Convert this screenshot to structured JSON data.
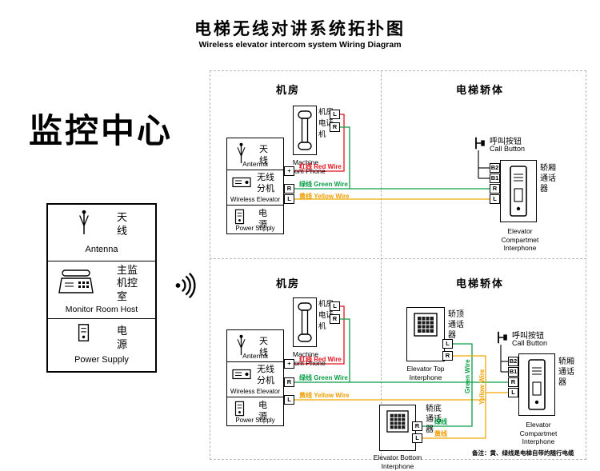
{
  "page": {
    "title_zh": "电梯无线对讲系统拓扑图",
    "title_en": "Wireless elevator intercom system Wiring Diagram",
    "note": "备注：黄、绿线是电梯自带的随行电缆"
  },
  "monitor": {
    "heading": "监控中心",
    "antenna_zh": "天线",
    "antenna_en": "Antenna",
    "host_zh": "主监机控室",
    "host_en": "Monitor Room Host",
    "power_zh": "电源",
    "power_en": "Power Supply"
  },
  "zones": {
    "machine_room": "机房",
    "elevator_car": "电梯轿体"
  },
  "devices": {
    "machine_phone_zh": "机房电话机",
    "machine_phone_en": "Machine Room Phone",
    "antenna_zh": "天线",
    "antenna_en": "Antenna",
    "wireless_zh": "无线分机",
    "wireless_en": "Wireless Elevator",
    "power_zh": "电源",
    "power_en": "Power Supply",
    "call_zh": "呼叫按钮",
    "call_en": "Call Button",
    "compartment_zh": "轿厢通话器",
    "compartment_en": "Elevator Compartmet Interphone",
    "top_zh": "轿顶通话器",
    "top_en": "Elevator Top Interphone",
    "bottom_zh": "轿底通话器",
    "bottom_en": "Elevator Bottom Interphone"
  },
  "terminals": {
    "plus": "+",
    "r": "R",
    "l": "L",
    "b2": "B2",
    "b1": "B1"
  },
  "wires": {
    "red_label": "红线  Red Wire",
    "green_label": "绿线  Green Wire",
    "yellow_label": "黄线  Yellow Wire",
    "green_v": "Green Wire",
    "yellow_v": "Yellow Wire",
    "green_zh": "绿线",
    "yellow_zh": "黄线",
    "colors": {
      "red": "#e8121c",
      "green": "#0a9e48",
      "yellow": "#f0a800",
      "black": "#111111"
    }
  },
  "icons": {
    "antenna": "antenna-icon",
    "desk_phone": "desk-phone-icon",
    "handset": "handset-phone-icon",
    "power": "power-supply-icon",
    "wireless_unit": "wireless-unit-icon",
    "intercom": "intercom-icon",
    "speaker": "speaker-grid-icon",
    "call_button": "call-button-icon",
    "waves": "wireless-signal-icon"
  }
}
